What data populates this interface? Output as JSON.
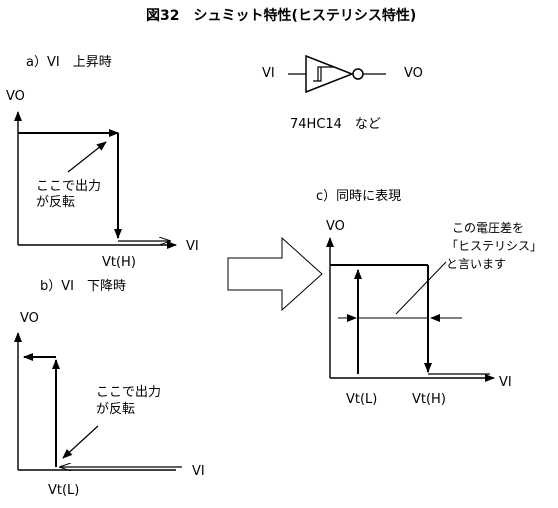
{
  "title": "図32　シュミット特性(ヒステリシス特性)",
  "symbol": {
    "input_label": "VI",
    "output_label": "VO",
    "part_note": "74HC14　など"
  },
  "panel_a": {
    "heading": "a）VI　上昇時",
    "y_label": "VO",
    "x_label": "VI",
    "threshold_label": "Vt(H)",
    "note_line1": "ここで出力",
    "note_line2": "が反転"
  },
  "panel_b": {
    "heading": "b）VI　下降時",
    "y_label": "VO",
    "x_label": "VI",
    "threshold_label": "Vt(L)",
    "note_line1": "ここで出力",
    "note_line2": "が反転"
  },
  "panel_c": {
    "heading": "c）同時に表現",
    "y_label": "VO",
    "x_label": "VI",
    "threshold_low_label": "Vt(L)",
    "threshold_high_label": "Vt(H)",
    "note_line1": "この電圧差を",
    "note_line2": "「ヒステリシス」",
    "note_line3": "と言います"
  }
}
